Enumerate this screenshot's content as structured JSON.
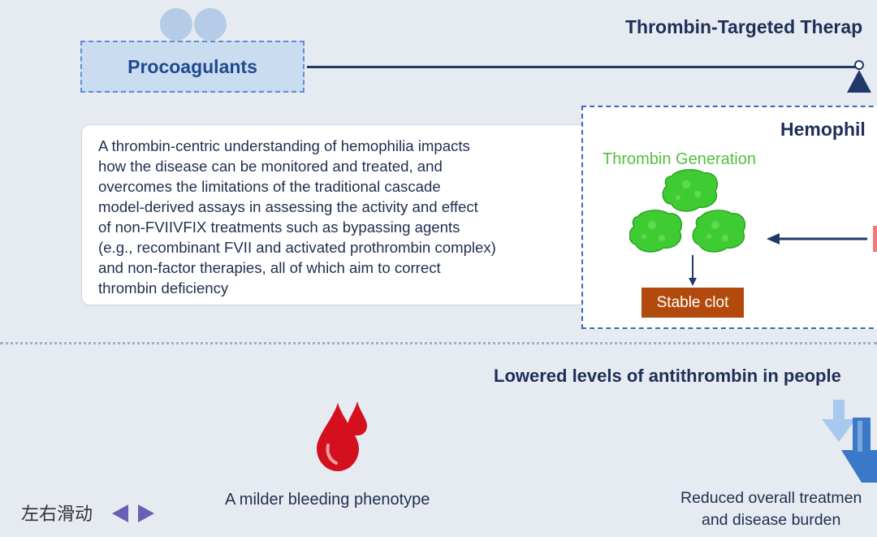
{
  "header": {
    "title": "Thrombin-Targeted Therap"
  },
  "procoagulants": {
    "label": "Procoagulants"
  },
  "card": {
    "lines": [
      "A thrombin-centric understanding of hemophilia impacts",
      "how the disease can be monitored and treated, and",
      "overcomes the limitations of the traditional cascade",
      "model-derived assays in assessing the activity and effect",
      "of non-FVIIVFIX treatments such as bypassing agents",
      "(e.g., recombinant FVII and activated prothrombin complex)",
      "and non-factor therapies, all of which aim to correct",
      "thrombin deficiency"
    ]
  },
  "hemophilia_box": {
    "title": "Hemophil",
    "thrombin_generation": "Thrombin Generation",
    "stable_clot": "Stable clot"
  },
  "lower_section": {
    "title": "Lowered levels of antithrombin in people",
    "phenotype": "A milder bleeding phenotype",
    "reduced_line1": "Reduced overall treatmen",
    "reduced_line2": "and disease burden"
  },
  "swipe_hint": {
    "label": "左右滑动"
  },
  "colors": {
    "background": "#e6ebf2",
    "navy": "#1f3868",
    "procoag_fill": "#c9dcf0",
    "thrombin_green": "#52c23e",
    "clot_brown": "#b14a0c",
    "drop_red": "#d4101e",
    "arrow_blue": "#3a79c9",
    "swipe_purple": "#6b5fb3"
  },
  "icons": [
    "blood-drop-icon",
    "down-arrows-icon",
    "left-arrow-icon",
    "right-arrow-icon"
  ]
}
